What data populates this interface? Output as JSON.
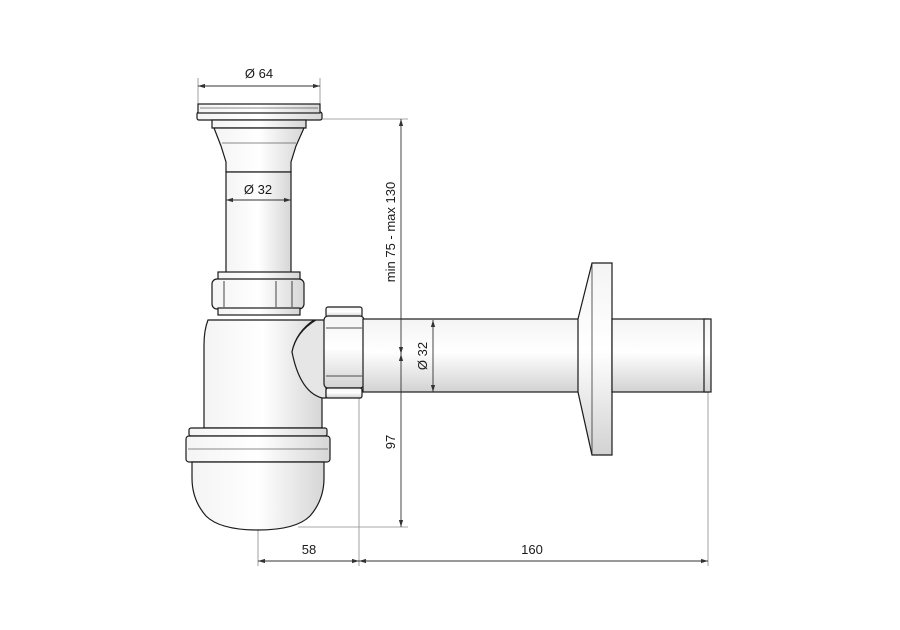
{
  "diagram": {
    "labels": {
      "flange_diameter": "Ø 64",
      "pipe_diameter_vertical": "Ø 32",
      "pipe_diameter_outlet": "Ø 32",
      "height_range": "min 75 - max 130",
      "outlet_height": "97",
      "trap_offset": "58",
      "outlet_length": "160"
    },
    "colors": {
      "outline": "#1a1a1a",
      "dimension_line": "#333333",
      "extension_line": "#888888",
      "shading": "#dcdcdc",
      "background": "#ffffff"
    }
  }
}
